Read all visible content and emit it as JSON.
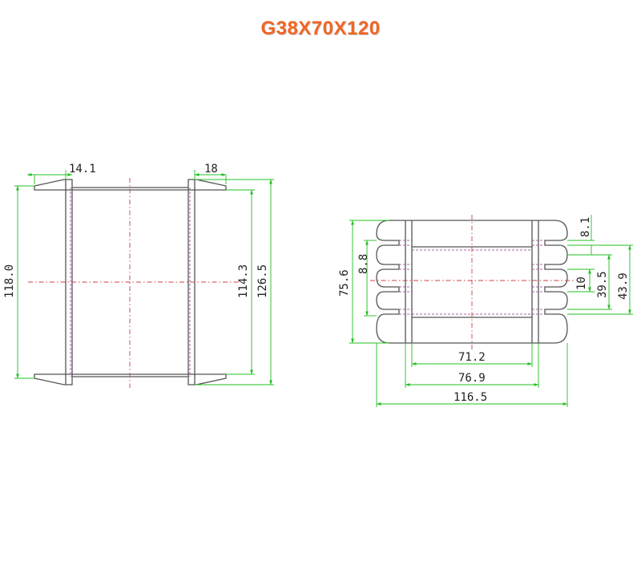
{
  "title": "G38X70X120",
  "dimensions": {
    "flange_left": "14.1",
    "flange_right": "18",
    "overall_height": "118.0",
    "inner_height": "114.3",
    "outer_height": "126.5",
    "top_slot": "8.1",
    "side_height": "75.6",
    "slot_pitch": "8.8",
    "slot_width": "10",
    "center_span": "39.5",
    "outer_span": "43.9",
    "inner_width": "71.2",
    "core_width": "76.9",
    "overall_width": "116.5"
  }
}
